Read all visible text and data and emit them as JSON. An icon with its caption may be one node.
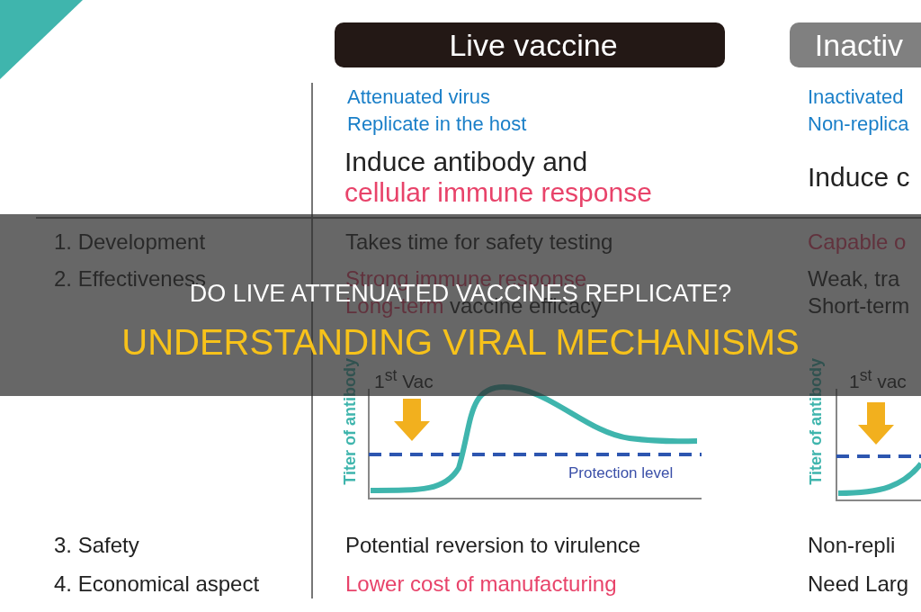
{
  "diagram": {
    "title": "DO LIVE ATTENUATED VACCINES REPLICATE?",
    "caption": "UNDERSTANDING VIRAL MECHANISMS",
    "nodes": [
      {
        "text": [
          "Live vaccine"
        ]
      },
      {
        "text": [
          "Inactiv"
        ]
      }
    ],
    "labels": [
      "Attenuated virus",
      "Replicate in the host",
      "Inactivated",
      "Non-replica",
      "Induce antibody and",
      "cellular immune response",
      "Induce c",
      "1. Development",
      "Takes time for safety testing",
      "Capable o",
      "2. Effectiveness",
      "Strong immune response",
      "Weak, tra",
      "Long-term",
      "vaccine efficacy",
      "Short-term",
      "Titer of antibody",
      "1$^{st}$ Vac",
      "Protection level",
      "Titer of antibody",
      "1$^{st}$ vac",
      "3. Safety",
      "Potential reversion to virulence",
      "Non-repli",
      "4. Economical aspect",
      "Lower cost of manufacturing",
      "Need Larg"
    ]
  }
}
